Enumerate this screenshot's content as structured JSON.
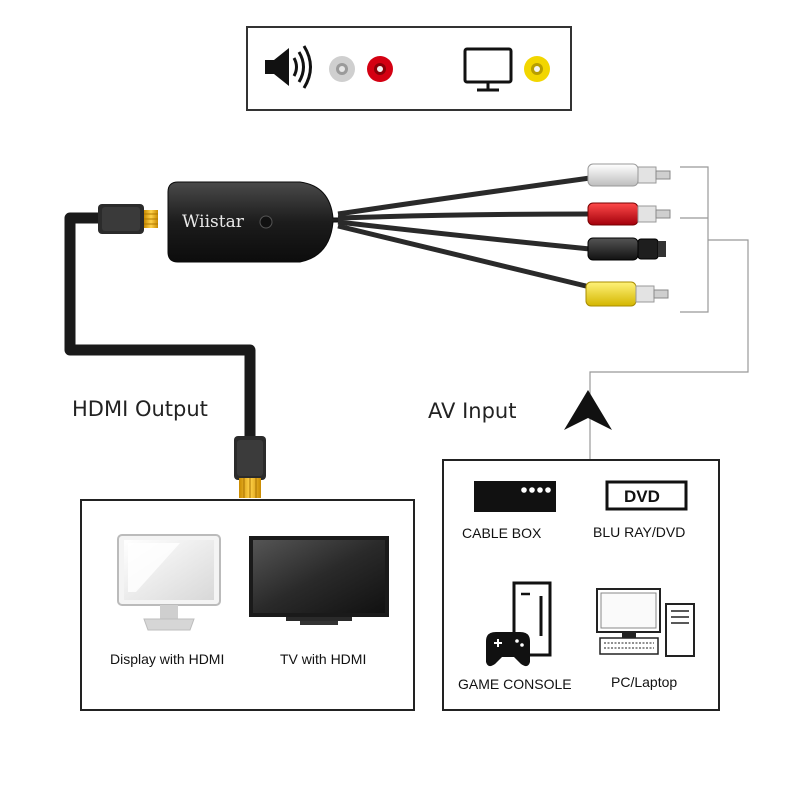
{
  "legend": {
    "audio_icon": "speaker-icon",
    "audio_jacks": [
      "white",
      "red"
    ],
    "video_icon": "monitor-icon",
    "video_jack": "yellow"
  },
  "adapter": {
    "brand": "Wiistar"
  },
  "labels": {
    "hdmi_output": "HDMI Output",
    "av_input": "AV Input"
  },
  "hdmi_devices": [
    {
      "label": "Display with HDMI",
      "icon": "monitor-icon"
    },
    {
      "label": "TV with HDMI",
      "icon": "tv-icon"
    }
  ],
  "av_devices": [
    {
      "label": "CABLE BOX",
      "icon": "cable-box-icon"
    },
    {
      "label": "BLU RAY/DVD",
      "icon": "dvd-player-icon",
      "badge": "DVD"
    },
    {
      "label": "GAME CONSOLE",
      "icon": "game-console-icon"
    },
    {
      "label": "PC/Laptop",
      "icon": "pc-icon"
    }
  ],
  "colors": {
    "white_jack": "#d8d8d8",
    "red_jack": "#d40012",
    "yellow_jack": "#f2d600",
    "gold": "#f0b400",
    "cable": "#1a1a1a"
  }
}
